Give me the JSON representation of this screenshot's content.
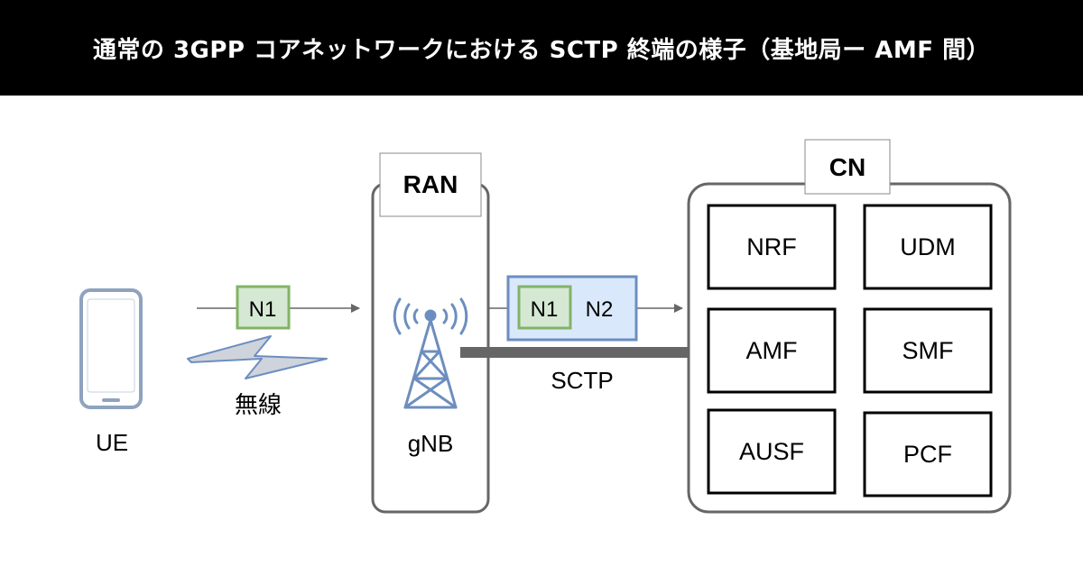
{
  "title": "通常の 3GPP コアネットワークにおける SCTP 終端の様子（基地局ー AMF 間）",
  "ue": {
    "label": "UE"
  },
  "radio": {
    "badge": "N1",
    "label": "無線"
  },
  "ran": {
    "title": "RAN",
    "node_label": "gNB"
  },
  "sctp": {
    "badge_n1": "N1",
    "badge_n2": "N2",
    "label": "SCTP"
  },
  "cn": {
    "title": "CN",
    "functions": [
      "NRF",
      "UDM",
      "AMF",
      "SMF",
      "AUSF",
      "PCF"
    ]
  },
  "colors": {
    "header_bg": "#000000",
    "n1_fill": "#d5e8d4",
    "n1_border": "#82b366",
    "n2_fill": "#dae8fc",
    "n2_border": "#6c8ebf",
    "radio_icon": "#6c8ebf",
    "bolt_fill": "#cfd4dc",
    "outline": "#666666"
  }
}
